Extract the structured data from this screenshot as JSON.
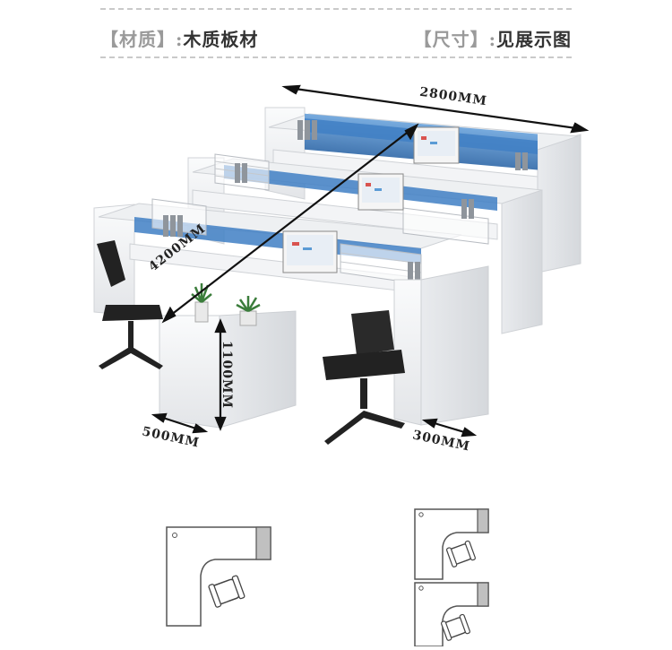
{
  "specs": {
    "material_label": "【材质】:",
    "material_value": "木质板材",
    "size_label": "【尺寸】:",
    "size_value": "见展示图"
  },
  "dimensions": {
    "width": "2800MM",
    "depth": "4200MM",
    "height": "1100MM",
    "cabinet": "500MM",
    "side": "300MM"
  },
  "colors": {
    "accent_blue": "#3f7fc4",
    "desk_white": "#f2f3f5",
    "panel_gray": "#c8c8c8",
    "chair_black": "#222222"
  },
  "icons": [
    "workstation-illustration",
    "floor-plan-icon",
    "office-chair-icon"
  ]
}
